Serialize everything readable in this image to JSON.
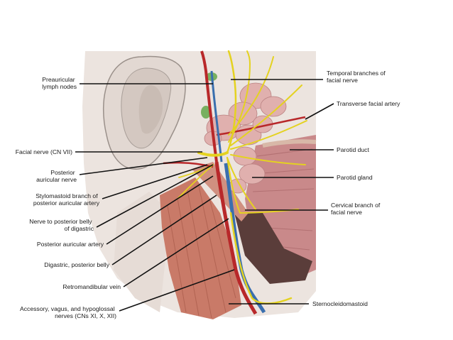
{
  "diagram": {
    "labels": {
      "preauricular": [
        "Preauricular",
        "lymph nodes"
      ],
      "facial_nerve": [
        "Facial nerve (CN VII)"
      ],
      "post_auricular_nerve": [
        "Posterior",
        "auricular nerve"
      ],
      "stylomastoid": [
        "Stylomastoid branch of",
        "posterior auricular artery"
      ],
      "nerve_digastric": [
        "Nerve to posterior belly",
        "of digastric"
      ],
      "post_auricular_artery": [
        "Posterior auricular artery"
      ],
      "digastric": [
        "Digastric, posterior belly"
      ],
      "retromandibular": [
        "Retromandibular vein"
      ],
      "accessory": [
        "Accessory, vagus, and hypoglossal",
        "nerves (CNs XI, X, XII)"
      ],
      "temporal": [
        "Temporal branches of",
        "facial nerve"
      ],
      "transverse": [
        "Transverse facial artery"
      ],
      "parotid_duct": [
        "Parotid duct"
      ],
      "parotid_gland": [
        "Parotid gland"
      ],
      "cervical": [
        "Cervical branch of",
        "facial nerve"
      ],
      "scm": [
        "Sternocleidomastoid"
      ]
    }
  }
}
